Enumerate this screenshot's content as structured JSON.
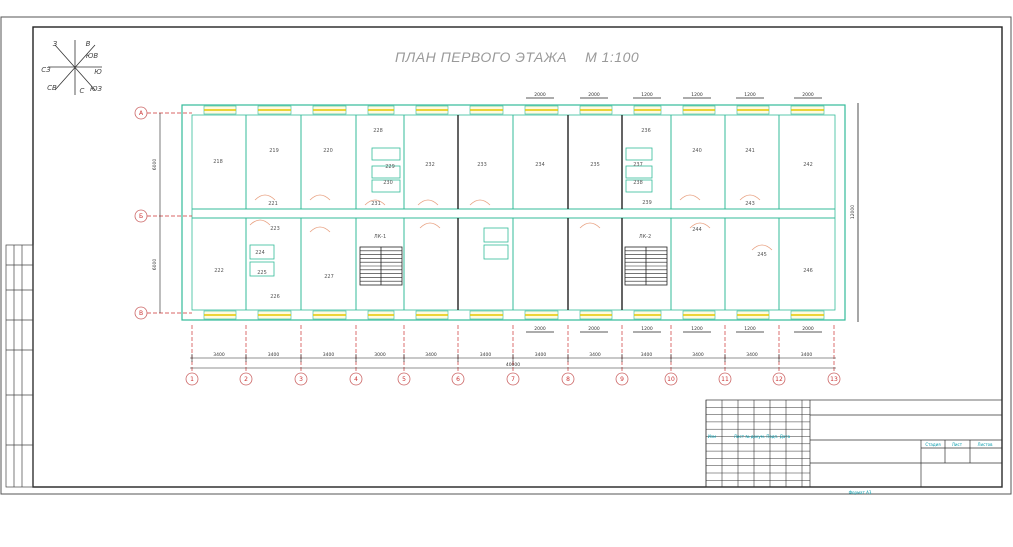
{
  "drawing": {
    "title": "ПЛАН ПЕРВОГО ЭТАЖА",
    "scale": "М 1:100"
  },
  "compass": {
    "labels": [
      "В",
      "ЮВ",
      "Ю",
      "ЮЗ",
      "З",
      "СЗ",
      "С",
      "СВ"
    ]
  },
  "rooms": [
    "218",
    "219",
    "220",
    "221",
    "222",
    "223",
    "224",
    "225",
    "226",
    "227",
    "228",
    "229",
    "230",
    "231",
    "232",
    "233",
    "234",
    "235",
    "236",
    "237",
    "238",
    "239",
    "240",
    "241",
    "242",
    "243",
    "244",
    "245",
    "246"
  ],
  "axes": {
    "horizontal": [
      "1",
      "2",
      "3",
      "4",
      "5",
      "6",
      "7",
      "8",
      "9",
      "10",
      "11",
      "12",
      "13"
    ],
    "vertical": [
      "А",
      "Б",
      "В"
    ]
  },
  "dimensions": {
    "bottom_spans": [
      "3400",
      "3400",
      "3400",
      "3000",
      "3400",
      "3400",
      "3400",
      "3400",
      "3400",
      "3400",
      "3400",
      "3400"
    ],
    "total": "40000",
    "top_windows": [
      "2000",
      "2000",
      "1200",
      "1200",
      "1200",
      "2000"
    ],
    "left_spans": [
      "6000",
      "6000"
    ],
    "right_total": "12000"
  },
  "stairs": [
    "ЛК-1",
    "ЛК-2"
  ],
  "titleblock": {
    "stamp_left": "Изм",
    "stamp_row": "Лист № докум. Подп. Дата",
    "stage": "Стадия",
    "sheet": "Лист",
    "sheets": "Листов",
    "format": "Формат А3"
  }
}
